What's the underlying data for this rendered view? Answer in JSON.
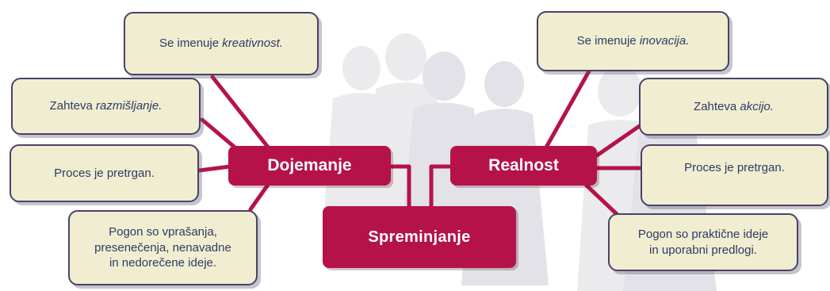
{
  "colors": {
    "accent": "#b5124a",
    "note_fill": "#f1edd0",
    "note_border": "#4b4168",
    "text": "#2f3a66",
    "silhouettes": "#dddde3"
  },
  "center": {
    "label": "Spreminjanje"
  },
  "left_hub": {
    "label": "Dojemanje"
  },
  "right_hub": {
    "label": "Realnost"
  },
  "left_notes": {
    "top": {
      "prefix": "Se imenuje ",
      "emphasis": "kreativnost."
    },
    "second": {
      "prefix": "Zahteva ",
      "emphasis": "razmišljanje."
    },
    "third": {
      "text": "Proces je pretrgan."
    },
    "bottom": {
      "line1": "Pogon so vprašanja,",
      "line2": "presenečenja, nenavadne",
      "line3": "in nedorečene ideje."
    }
  },
  "right_notes": {
    "top": {
      "prefix": "Se imenuje ",
      "emphasis": "inovacija."
    },
    "second": {
      "prefix": "Zahteva ",
      "emphasis": "akcijo."
    },
    "third": {
      "text": "Proces je pretrgan."
    },
    "bottom": {
      "line1": "Pogon so praktične ideje",
      "line2": "in uporabni predlogi."
    }
  }
}
